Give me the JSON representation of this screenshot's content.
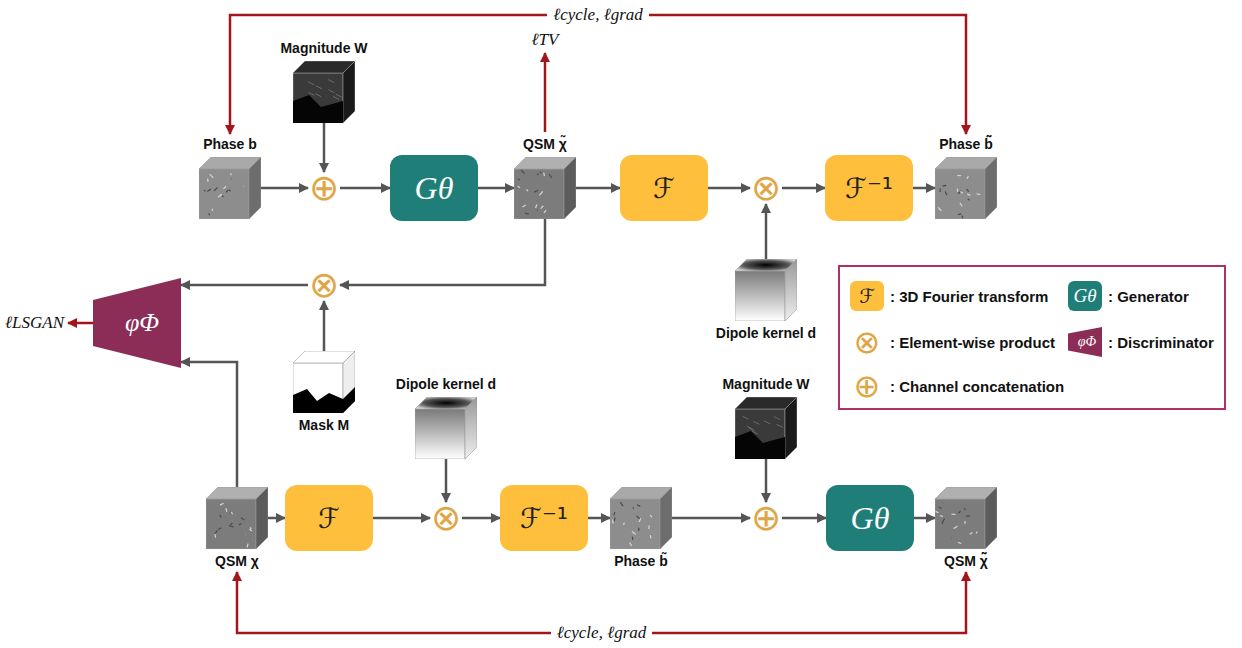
{
  "diagram": {
    "nodes": [
      {
        "text": [
          "Phase b"
        ]
      },
      {
        "text": [
          "Magnitude W"
        ]
      },
      {
        "text": [
          "⊕"
        ]
      },
      {
        "text": [
          "Gθ"
        ]
      },
      {
        "text": [
          "QSM χ̃"
        ]
      },
      {
        "text": [
          "ℱ"
        ]
      },
      {
        "text": [
          "⊗"
        ]
      },
      {
        "text": [
          "ℱ⁻¹"
        ]
      },
      {
        "text": [
          "Phase b̃̃"
        ]
      },
      {
        "text": [
          "Dipole kernel d"
        ]
      },
      {
        "text": [
          "φΦ"
        ]
      },
      {
        "text": [
          "⊗"
        ]
      },
      {
        "text": [
          "Mask M"
        ]
      },
      {
        "text": [
          "Dipole kernel d"
        ]
      },
      {
        "text": [
          "Magnitude W"
        ]
      },
      {
        "text": [
          "QSM χ"
        ]
      },
      {
        "text": [
          "ℱ"
        ]
      },
      {
        "text": [
          "⊗"
        ]
      },
      {
        "text": [
          "ℱ⁻¹"
        ]
      },
      {
        "text": [
          "Phase b̃"
        ]
      },
      {
        "text": [
          "⊕"
        ]
      },
      {
        "text": [
          "Gθ"
        ]
      },
      {
        "text": [
          "QSM χ̃̃"
        ]
      }
    ],
    "edges": [
      {
        "from": 0,
        "to": 2,
        "arrow": "to"
      },
      {
        "from": 1,
        "to": 2,
        "arrow": "to"
      },
      {
        "from": 2,
        "to": 3,
        "arrow": "to"
      },
      {
        "from": 3,
        "to": 4,
        "arrow": "to"
      },
      {
        "from": 4,
        "to": 5,
        "arrow": "to"
      },
      {
        "from": 5,
        "to": 6,
        "arrow": "to"
      },
      {
        "from": 6,
        "to": 7,
        "arrow": "to"
      },
      {
        "from": 7,
        "to": 8,
        "arrow": "to"
      },
      {
        "from": 9,
        "to": 6,
        "arrow": "to"
      },
      {
        "from": 4,
        "to": 11,
        "arrow": "to"
      },
      {
        "from": 12,
        "to": 11,
        "arrow": "to"
      },
      {
        "from": 11,
        "to": 10,
        "arrow": "to"
      },
      {
        "from": 15,
        "to": 10,
        "arrow": "to"
      },
      {
        "from": 15,
        "to": 16,
        "arrow": "to"
      },
      {
        "from": 16,
        "to": 17,
        "arrow": "to"
      },
      {
        "from": 13,
        "to": 17,
        "arrow": "to"
      },
      {
        "from": 17,
        "to": 18,
        "arrow": "to"
      },
      {
        "from": 18,
        "to": 19,
        "arrow": "to"
      },
      {
        "from": 19,
        "to": 20,
        "arrow": "to"
      },
      {
        "from": 14,
        "to": 20,
        "arrow": "to"
      },
      {
        "from": 20,
        "to": 21,
        "arrow": "to"
      },
      {
        "from": 21,
        "to": 22,
        "arrow": "to"
      },
      {
        "from": 0,
        "to": 8,
        "label": "ℓcycle, ℓgrad",
        "arrow": "both"
      },
      {
        "from": 15,
        "to": 22,
        "label": "ℓcycle, ℓgrad",
        "arrow": "both"
      }
    ],
    "labels": [
      "ℓTV",
      "ℓLSGAN",
      "ℱ",
      "Gθ",
      "⊗",
      "φΦ",
      "⊕"
    ],
    "legend": [
      {
        "text": ": 3D Fourier transform",
        "color": "#fdbf3c"
      },
      {
        "text": ": Generator",
        "color": "#1f7f78"
      },
      {
        "text": ": Element-wise product"
      },
      {
        "text": ": Discriminator",
        "color": "#8b2d57"
      },
      {
        "text": ": Channel concatenation"
      }
    ]
  }
}
